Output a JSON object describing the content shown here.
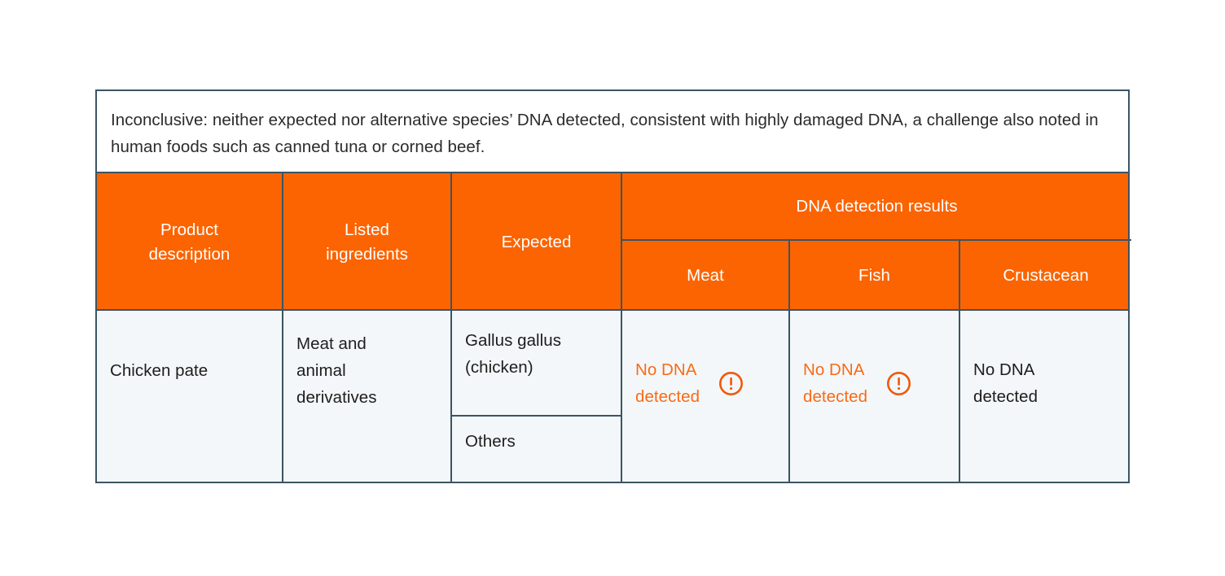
{
  "colors": {
    "header_orange": "#fb6400",
    "border": "#3c5464",
    "body_bg": "#f3f7f9",
    "alert_orange": "#f96b17",
    "text": "#1d1d1d",
    "caption_bg": "#ffffff"
  },
  "caption": {
    "text": "Inconclusive: neither expected nor alternative species’ DNA detected, consistent with highly damaged DNA, a challenge also noted in human foods such as canned tuna or corned beef."
  },
  "header": {
    "product_description": "Product\ndescription",
    "listed_ingredients": "Listed\ningredients",
    "expected": "Expected",
    "dna_group": "DNA detection results",
    "meat": "Meat",
    "fish": "Fish",
    "crustacean": "Crustacean"
  },
  "rows": [
    {
      "product_description": "Chicken pate",
      "listed_ingredients": "Meat and\nanimal\nderivatives",
      "expected_primary": "Gallus gallus\n(chicken)",
      "expected_secondary": "Others",
      "meat": {
        "text": "No DNA\ndetected",
        "alert": true,
        "icon": "warning-circle-icon"
      },
      "fish": {
        "text": "No DNA\ndetected",
        "alert": true,
        "icon": "warning-circle-icon"
      },
      "crustacean": {
        "text": "No DNA\ndetected",
        "alert": false,
        "icon": null
      }
    }
  ]
}
